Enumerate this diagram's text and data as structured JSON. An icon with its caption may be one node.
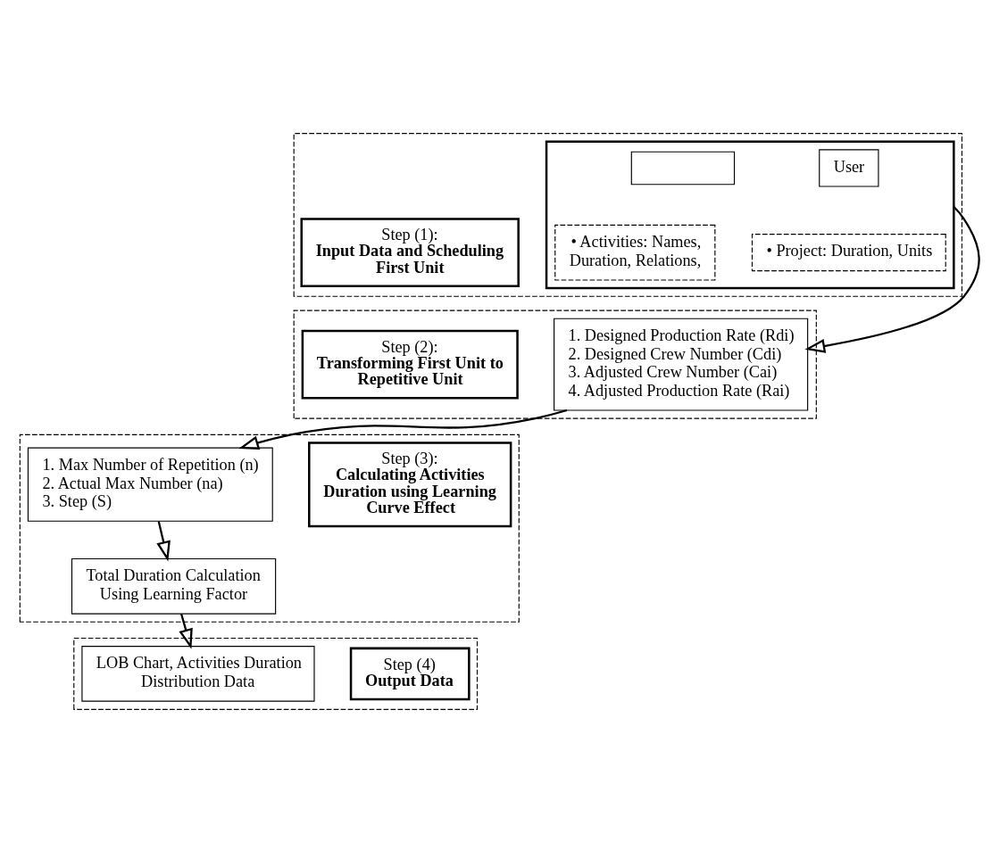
{
  "diagram": {
    "nodes": [
      {
        "text": [],
        "shape": "box"
      },
      {
        "text": [
          "Step (1):",
          "Input Data and Scheduling First Unit"
        ],
        "in": 0
      },
      {
        "text": [],
        "shape": "box",
        "in": 0
      },
      {
        "text": [
          "User"
        ],
        "in": 2
      },
      {
        "text": [
          "• Project: Duration, Units"
        ],
        "in": 2
      },
      {
        "text": [],
        "shape": "box",
        "in": 2
      },
      {
        "text": [
          "• Activities: Names, Duration, Relations,"
        ],
        "in": 2
      },
      {
        "text": [],
        "shape": "box"
      },
      {
        "text": [
          "Step (2):",
          "Transforming First Unit to Repetitive Unit"
        ],
        "in": 7
      },
      {
        "text": [
          "1. Designed Production Rate (Rdi)",
          "2. Designed Crew Number (Cdi)",
          "3. Adjusted Crew Number (Cai)",
          "4. Adjusted Production Rate (Rai)"
        ],
        "in": 7
      },
      {
        "text": [],
        "shape": "box"
      },
      {
        "text": [
          "Step (3):",
          "Calculating Activities Duration using Learning Curve Effect"
        ],
        "in": 10
      },
      {
        "text": [
          "1. Max Number of Repetition (n)",
          "2. Actual Max Number (na)",
          "3. Step (S)"
        ],
        "in": 10
      },
      {
        "text": [
          "Total Duration Calculation Using Learning Factor"
        ],
        "in": 10
      },
      {
        "text": [],
        "shape": "box"
      },
      {
        "text": [
          "Step (4)",
          "Output Data"
        ],
        "in": 14
      },
      {
        "text": [
          "LOB Chart, Activities Duration Distribution Data"
        ],
        "in": 14
      }
    ],
    "edges": [
      {
        "from": 2,
        "to": 9,
        "arrow": "to"
      },
      {
        "from": 9,
        "to": 12,
        "arrow": "to"
      },
      {
        "from": 12,
        "to": 13,
        "arrow": "to"
      },
      {
        "from": 13,
        "to": 16,
        "arrow": "to"
      }
    ]
  }
}
